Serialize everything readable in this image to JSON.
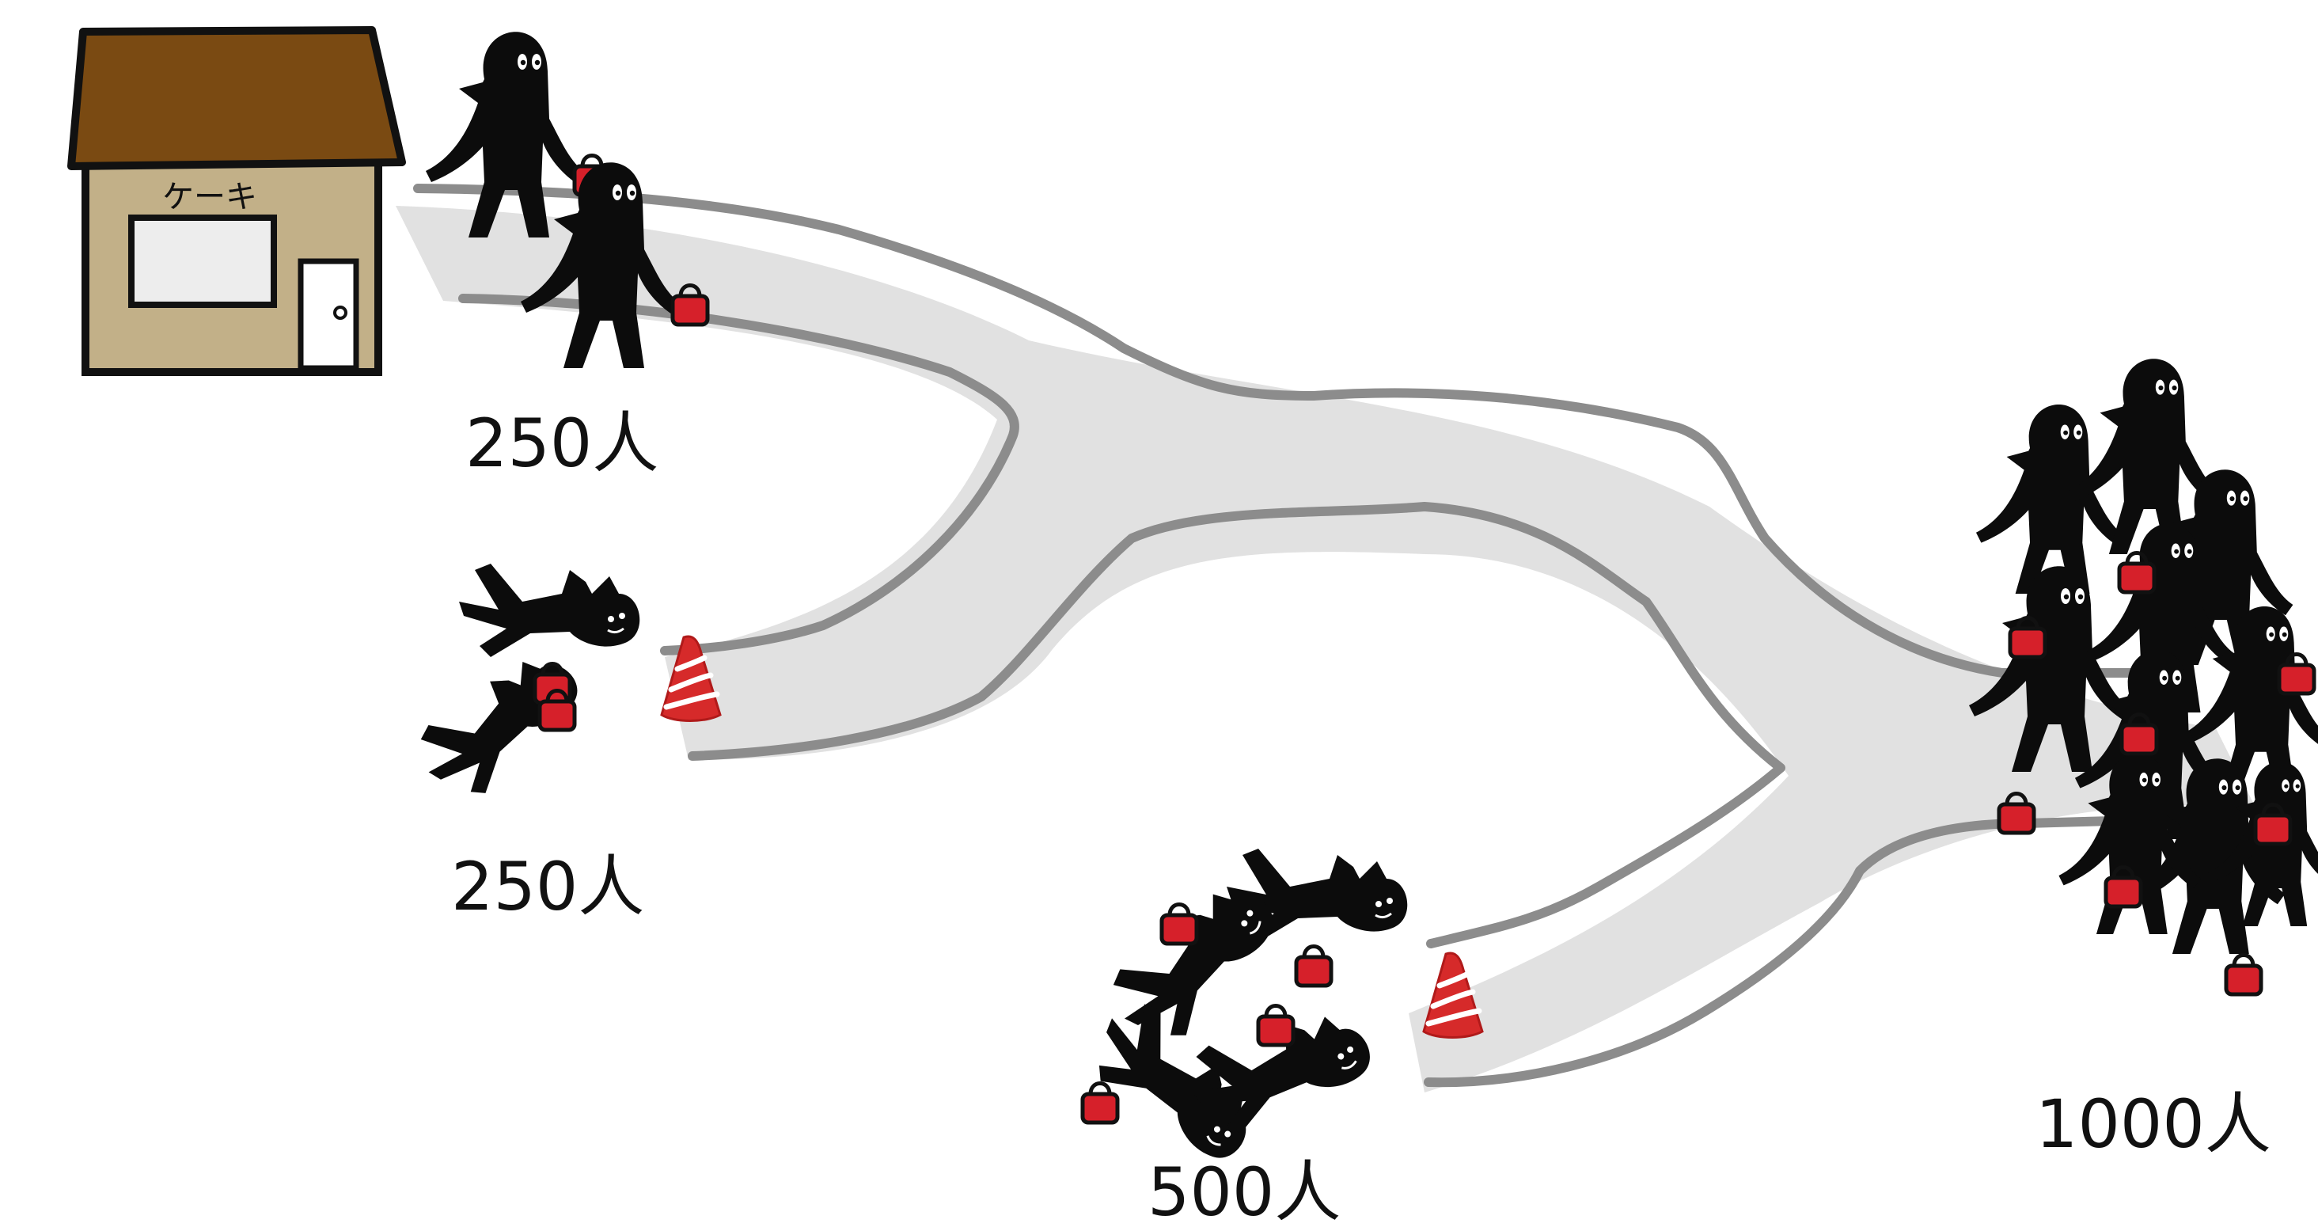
{
  "shop": {
    "sign_text": "ケーキ",
    "roof_color": "#7a4a12",
    "wall_color": "#c2b088",
    "outline_color": "#111111"
  },
  "colors": {
    "road_fill": "#e1e1e1",
    "road_edge": "#8c8c8c",
    "person": "#0c0c0c",
    "cake_box": "#d6202a",
    "cone": "#d62a2a"
  },
  "groups": [
    {
      "label": "250人",
      "people": 2,
      "state": "walking"
    },
    {
      "label": "250人",
      "people": 2,
      "state": "fallen"
    },
    {
      "label": "500人",
      "people": 4,
      "state": "fallen"
    },
    {
      "label": "1000人",
      "people": 10,
      "state": "standing"
    }
  ],
  "icons": [
    "cake-shop-icon",
    "person-icon",
    "cake-box-icon",
    "traffic-cone-icon",
    "road"
  ]
}
